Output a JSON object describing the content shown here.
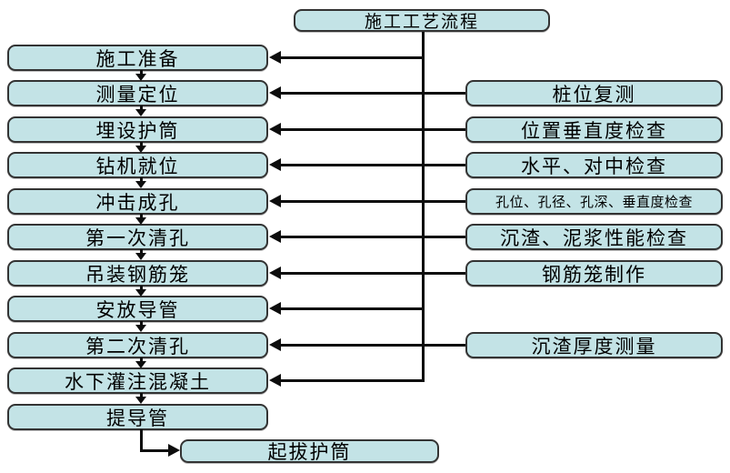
{
  "flow": {
    "title": "施工工艺流程",
    "steps": [
      "施工准备",
      "测量定位",
      "埋设护筒",
      "钻机就位",
      "冲击成孔",
      "第一次清孔",
      "吊装钢筋笼",
      "安放导管",
      "第二次清孔",
      "水下灌注混凝土",
      "提导管",
      "起拔护筒"
    ],
    "checks": [
      {
        "label": "桩位复测",
        "attached_to": "测量定位"
      },
      {
        "label": "位置垂直度检查",
        "attached_to": "埋设护筒"
      },
      {
        "label": "水平、对中检查",
        "attached_to": "钻机就位"
      },
      {
        "label": "孔位、孔径、孔深、垂直度检查",
        "attached_to": "冲击成孔"
      },
      {
        "label": "沉渣、泥浆性能检查",
        "attached_to": "第一次清孔"
      },
      {
        "label": "钢筋笼制作",
        "attached_to": "吊装钢筋笼"
      },
      {
        "label": "沉渣厚度测量",
        "attached_to": "第二次清孔"
      }
    ],
    "colors": {
      "node_fill": "#c3e3e6",
      "node_border": "#333333",
      "connector": "#0d0d0d",
      "background": "#ffffff"
    }
  }
}
